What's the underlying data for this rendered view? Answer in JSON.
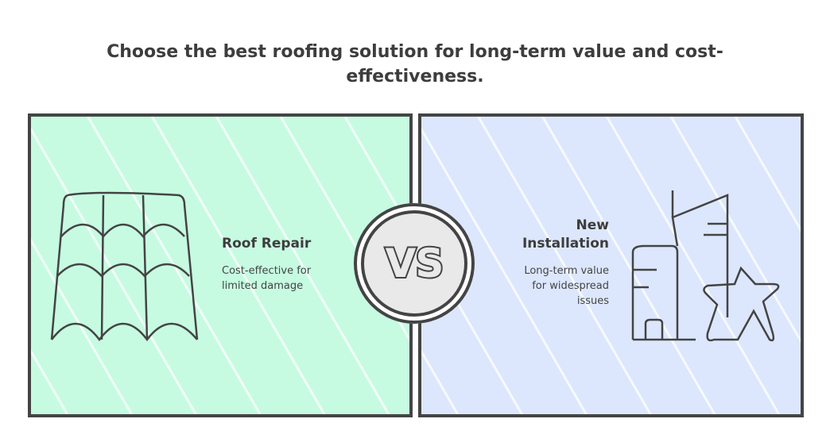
{
  "title": "Choose the best roofing solution for long-term value and cost-effectiveness.",
  "left": {
    "heading": "Roof Repair",
    "description": "Cost-effective for limited damage",
    "icon": "roof-tiles-icon",
    "color": "#c6fbe2"
  },
  "right": {
    "heading": "New Installation",
    "description": "Long-term value for widespread issues",
    "icon": "buildings-star-icon",
    "color": "#dce7fd"
  },
  "vs_label": "VS"
}
